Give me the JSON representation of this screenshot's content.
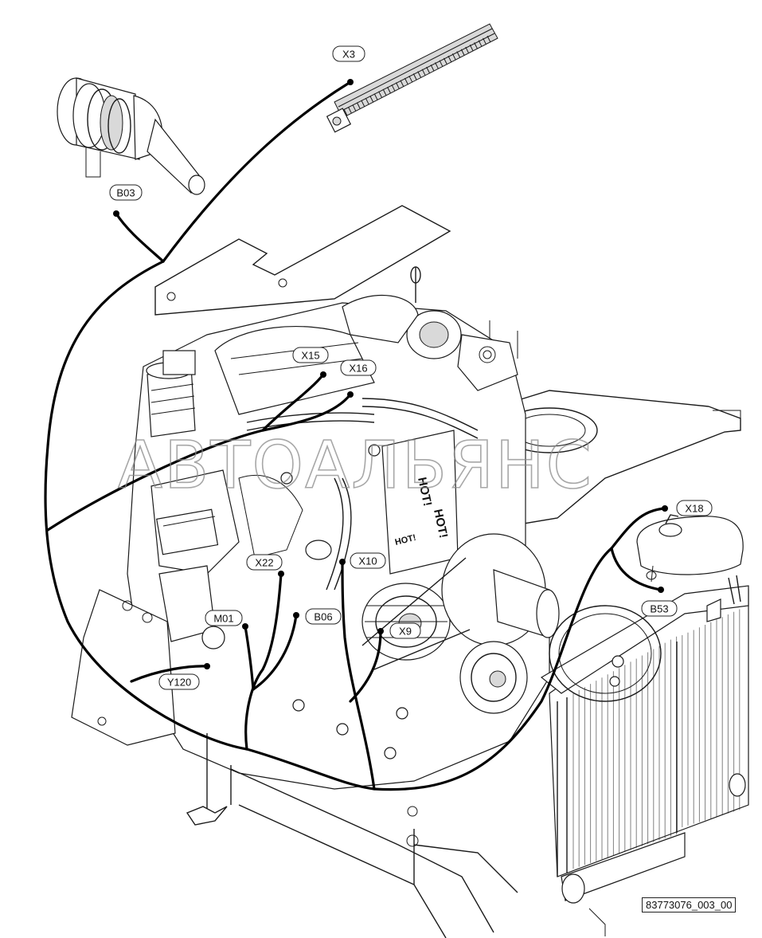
{
  "watermark": "АВТОАЛЬЯНС",
  "drawing_id": "83773076_003_00",
  "callouts": [
    {
      "id": "x3",
      "label": "X3"
    },
    {
      "id": "b03",
      "label": "B03"
    },
    {
      "id": "x15",
      "label": "X15"
    },
    {
      "id": "x16",
      "label": "X16"
    },
    {
      "id": "x18",
      "label": "X18"
    },
    {
      "id": "x22",
      "label": "X22"
    },
    {
      "id": "x10",
      "label": "X10"
    },
    {
      "id": "b53",
      "label": "B53"
    },
    {
      "id": "m01",
      "label": "M01"
    },
    {
      "id": "b06",
      "label": "B06"
    },
    {
      "id": "x9",
      "label": "X9"
    },
    {
      "id": "y120",
      "label": "Y120"
    }
  ]
}
